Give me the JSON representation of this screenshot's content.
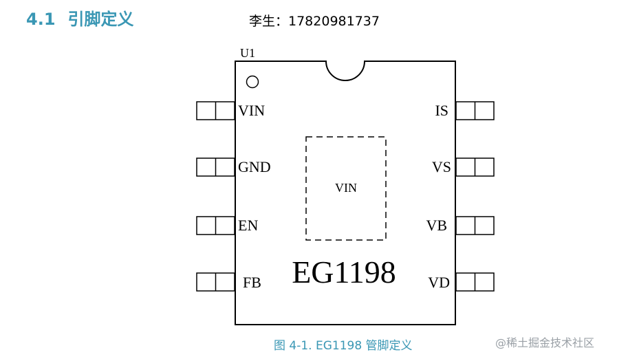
{
  "heading": {
    "number": "4.1",
    "title": "引脚定义"
  },
  "contact": "李生：17820981737",
  "chip": {
    "ref": "U1",
    "part": "EG1198",
    "pad_label": "VIN",
    "left_pins": [
      "VIN",
      "GND",
      "EN",
      "FB"
    ],
    "right_pins": [
      "IS",
      "VS",
      "VB",
      "VD"
    ]
  },
  "caption": "图 4-1. EG1198 管脚定义",
  "watermark": "@稀土掘金技术社区"
}
